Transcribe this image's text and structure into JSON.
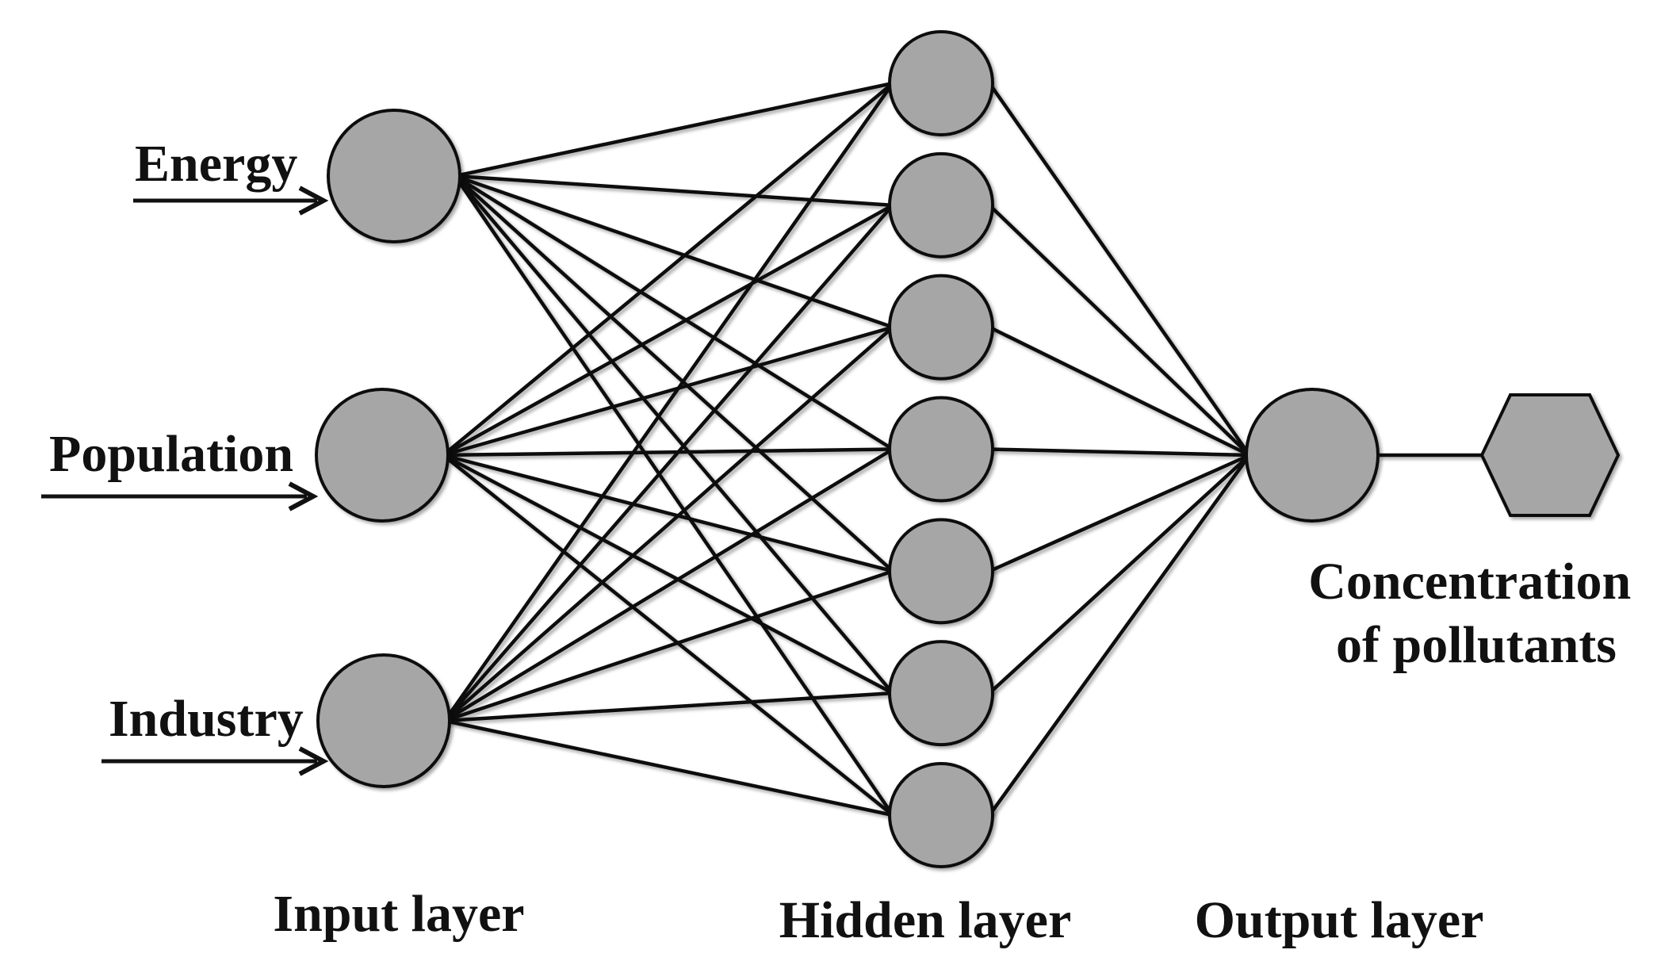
{
  "diagram": {
    "inputs": [
      {
        "label": "Energy"
      },
      {
        "label": "Population"
      },
      {
        "label": "Industry"
      }
    ],
    "hidden_count": 7,
    "output_label": "Concentration of pollutants",
    "output_label_lines": [
      "Concentration",
      "of pollutants"
    ],
    "layer_labels": {
      "input": "Input layer",
      "hidden": "Hidden layer",
      "output": "Output layer"
    },
    "colors": {
      "node_fill": "#a6a6a6",
      "stroke": "#111111",
      "background": "#ffffff"
    }
  }
}
